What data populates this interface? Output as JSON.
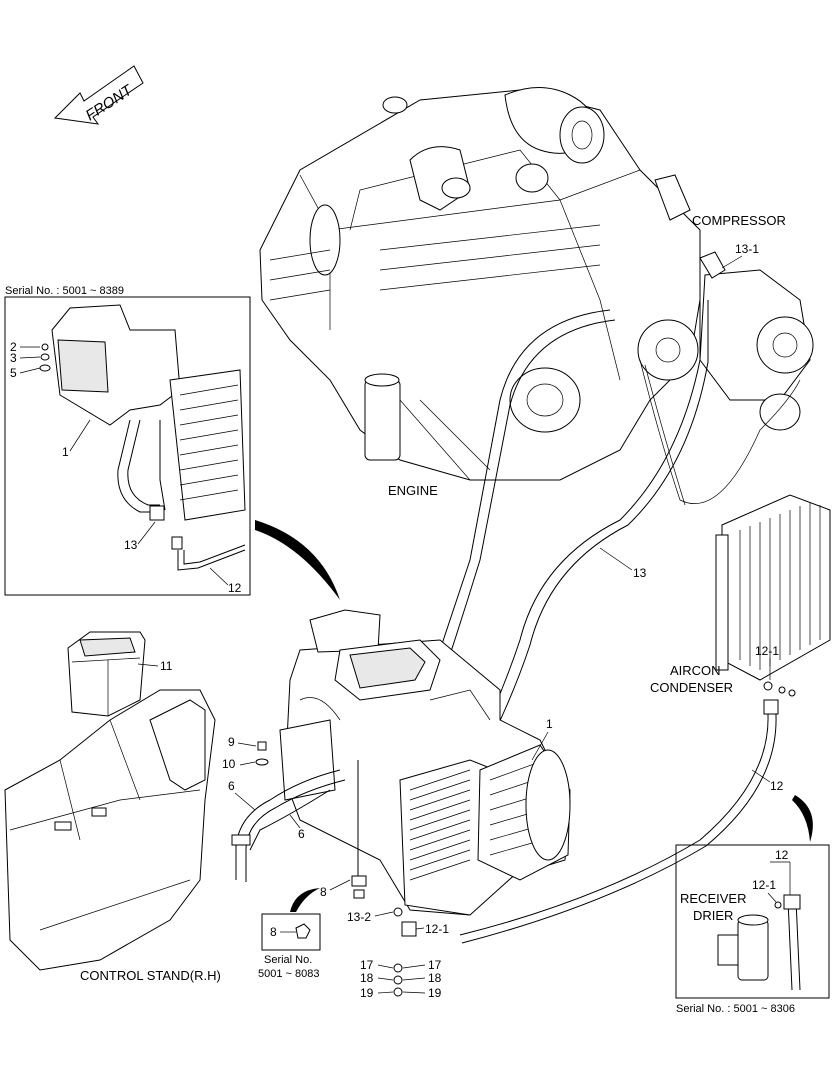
{
  "direction": {
    "label": "FRONT"
  },
  "main_labels": {
    "engine": "ENGINE",
    "compressor": "COMPRESSOR",
    "aircon_condenser_line1": "AIRCON",
    "aircon_condenser_line2": "CONDENSER",
    "control_stand": "CONTROL STAND(R.H)"
  },
  "inset_top_left": {
    "serial": "Serial No. : 5001 ~  8389",
    "callouts": [
      "2",
      "3",
      "5",
      "1",
      "13",
      "12"
    ]
  },
  "inset_small": {
    "callout": "8",
    "serial_line1": "Serial No.",
    "serial_line2": "5001 ~ 8083"
  },
  "inset_bottom_right": {
    "title_line1": "RECEIVER",
    "title_line2": "DRIER",
    "serial": "Serial No. : 5001 ~ 8306",
    "callouts": [
      "12",
      "12-1"
    ]
  },
  "callouts": {
    "c13_1": "13-1",
    "c13": "13",
    "c12_1_top": "12-1",
    "c12": "12",
    "c1": "1",
    "c11": "11",
    "c9": "9",
    "c10": "10",
    "c6a": "6",
    "c6b": "6",
    "c8": "8",
    "c13_2": "13-2",
    "c12_1_bottom": "12-1",
    "c17l": "17",
    "c18l": "18",
    "c19l": "19",
    "c17r": "17",
    "c18r": "18",
    "c19r": "19"
  }
}
